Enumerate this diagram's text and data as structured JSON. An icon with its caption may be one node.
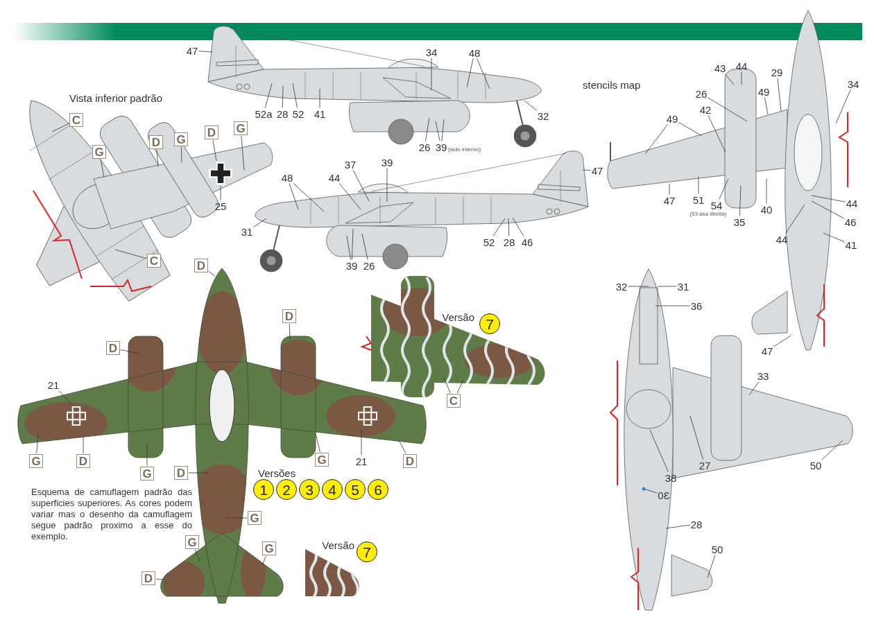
{
  "diagram": {
    "nodes": [
      {
        "text": [
          "47"
        ]
      },
      {
        "text": [
          "34"
        ]
      },
      {
        "text": [
          "48"
        ]
      },
      {
        "text": [
          "52a"
        ]
      },
      {
        "text": [
          "28"
        ]
      },
      {
        "text": [
          "52"
        ]
      },
      {
        "text": [
          "41"
        ]
      },
      {
        "text": [
          "32"
        ]
      },
      {
        "text": [
          "26"
        ]
      },
      {
        "text": [
          "39"
        ],
        "beside": [
          "(lado interno)"
        ]
      },
      {
        "text": [
          "C"
        ]
      },
      {
        "text": [
          "G"
        ]
      },
      {
        "text": [
          "D"
        ]
      },
      {
        "text": [
          "G"
        ]
      },
      {
        "text": [
          "D"
        ]
      },
      {
        "text": [
          "G"
        ]
      },
      {
        "text": [
          "25"
        ]
      },
      {
        "text": [
          "C"
        ]
      },
      {
        "text": [
          "37"
        ]
      },
      {
        "text": [
          "39"
        ]
      },
      {
        "text": [
          "48"
        ]
      },
      {
        "text": [
          "44"
        ]
      },
      {
        "text": [
          "47"
        ]
      },
      {
        "text": [
          "31"
        ]
      },
      {
        "text": [
          "52"
        ]
      },
      {
        "text": [
          "28"
        ]
      },
      {
        "text": [
          "46"
        ]
      },
      {
        "text": [
          "39"
        ]
      },
      {
        "text": [
          "26"
        ]
      },
      {
        "text": [
          "43"
        ]
      },
      {
        "text": [
          "44"
        ]
      },
      {
        "text": [
          "29"
        ]
      },
      {
        "text": [
          "34"
        ]
      },
      {
        "text": [
          "26"
        ]
      },
      {
        "text": [
          "49"
        ]
      },
      {
        "text": [
          "42"
        ]
      },
      {
        "text": [
          "49"
        ]
      },
      {
        "text": [
          "47"
        ]
      },
      {
        "text": [
          "51"
        ]
      },
      {
        "text": [
          "54"
        ],
        "beside": [
          "(53 asa direita)"
        ]
      },
      {
        "text": [
          "35"
        ]
      },
      {
        "text": [
          "40"
        ]
      },
      {
        "text": [
          "44"
        ]
      },
      {
        "text": [
          "46"
        ]
      },
      {
        "text": [
          "44"
        ]
      },
      {
        "text": [
          "41"
        ]
      },
      {
        "text": [
          "47"
        ]
      },
      {
        "text": [
          "D"
        ]
      },
      {
        "text": [
          "D"
        ]
      },
      {
        "text": [
          "D"
        ]
      },
      {
        "text": [
          "21"
        ]
      },
      {
        "text": [
          "G"
        ]
      },
      {
        "text": [
          "D"
        ]
      },
      {
        "text": [
          "G"
        ]
      },
      {
        "text": [
          "G"
        ]
      },
      {
        "text": [
          "21"
        ]
      },
      {
        "text": [
          "D"
        ]
      },
      {
        "text": [
          "D"
        ]
      },
      {
        "text": [
          "G"
        ]
      },
      {
        "text": [
          "G"
        ]
      },
      {
        "text": [
          "G"
        ]
      },
      {
        "text": [
          "D"
        ]
      },
      {
        "text": [
          "7"
        ],
        "beside": [
          "Versão"
        ]
      },
      {
        "text": [
          "C"
        ]
      },
      {
        "text": [
          "1"
        ]
      },
      {
        "text": [
          "2"
        ]
      },
      {
        "text": [
          "3"
        ]
      },
      {
        "text": [
          "4"
        ]
      },
      {
        "text": [
          "5"
        ]
      },
      {
        "text": [
          "6"
        ]
      },
      {
        "text": [
          "7"
        ],
        "beside": [
          "Versão"
        ]
      },
      {
        "text": [
          "32"
        ]
      },
      {
        "text": [
          "31"
        ]
      },
      {
        "text": [
          "36"
        ]
      },
      {
        "text": [
          "33"
        ]
      },
      {
        "text": [
          "27"
        ]
      },
      {
        "text": [
          "50"
        ]
      },
      {
        "text": [
          "38"
        ]
      },
      {
        "text": [
          "0Ɛ"
        ]
      },
      {
        "text": [
          "28"
        ]
      },
      {
        "text": [
          "50"
        ]
      }
    ],
    "edges": [
      {
        "from": 0,
        "to": null,
        "arrow": "none"
      },
      {
        "from": 1,
        "to": null,
        "arrow": "none"
      },
      {
        "from": 2,
        "to": null,
        "arrow": "none"
      },
      {
        "from": 2,
        "to": null,
        "arrow": "none"
      },
      {
        "from": 3,
        "to": null,
        "arrow": "none"
      },
      {
        "from": 4,
        "to": null,
        "arrow": "none"
      },
      {
        "from": 5,
        "to": null,
        "arrow": "none"
      },
      {
        "from": 6,
        "to": null,
        "arrow": "none"
      },
      {
        "from": 7,
        "to": null,
        "arrow": "none"
      },
      {
        "from": 8,
        "to": null,
        "arrow": "none"
      },
      {
        "from": 9,
        "to": null,
        "arrow": "none"
      },
      {
        "from": 9,
        "to": null,
        "arrow": "none"
      },
      {
        "from": 10,
        "to": null,
        "arrow": "none"
      },
      {
        "from": 11,
        "to": null,
        "arrow": "none"
      },
      {
        "from": 12,
        "to": null,
        "arrow": "none"
      },
      {
        "from": 13,
        "to": null,
        "arrow": "none"
      },
      {
        "from": 14,
        "to": null,
        "arrow": "none"
      },
      {
        "from": 15,
        "to": null,
        "arrow": "none"
      },
      {
        "from": 16,
        "to": null,
        "arrow": "none"
      },
      {
        "from": 17,
        "to": null,
        "arrow": "none"
      },
      {
        "from": 18,
        "to": null,
        "arrow": "none"
      },
      {
        "from": 19,
        "to": null,
        "arrow": "none"
      },
      {
        "from": 20,
        "to": null,
        "arrow": "none"
      },
      {
        "from": 20,
        "to": null,
        "arrow": "none"
      },
      {
        "from": 21,
        "to": null,
        "arrow": "none"
      },
      {
        "from": 22,
        "to": null,
        "arrow": "none"
      },
      {
        "from": 23,
        "to": null,
        "arrow": "none"
      },
      {
        "from": 24,
        "to": null,
        "arrow": "none"
      },
      {
        "from": 25,
        "to": null,
        "arrow": "none"
      },
      {
        "from": 26,
        "to": null,
        "arrow": "none"
      },
      {
        "from": 27,
        "to": null,
        "arrow": "none"
      },
      {
        "from": 27,
        "to": null,
        "arrow": "none"
      },
      {
        "from": 28,
        "to": null,
        "arrow": "none"
      },
      {
        "from": 29,
        "to": null,
        "arrow": "none"
      },
      {
        "from": 30,
        "to": null,
        "arrow": "none"
      },
      {
        "from": 31,
        "to": null,
        "arrow": "none"
      },
      {
        "from": 32,
        "to": null,
        "arrow": "none"
      },
      {
        "from": 33,
        "to": null,
        "arrow": "none"
      },
      {
        "from": 34,
        "to": null,
        "arrow": "none"
      },
      {
        "from": 35,
        "to": null,
        "arrow": "none"
      },
      {
        "from": 36,
        "to": null,
        "arrow": "none"
      },
      {
        "from": 36,
        "to": null,
        "arrow": "none"
      },
      {
        "from": 37,
        "to": null,
        "arrow": "none"
      },
      {
        "from": 38,
        "to": null,
        "arrow": "none"
      },
      {
        "from": 39,
        "to": null,
        "arrow": "none"
      },
      {
        "from": 40,
        "to": null,
        "arrow": "none"
      },
      {
        "from": 41,
        "to": null,
        "arrow": "none"
      },
      {
        "from": 42,
        "to": null,
        "arrow": "none"
      },
      {
        "from": 43,
        "to": null,
        "arrow": "none"
      },
      {
        "from": 44,
        "to": null,
        "arrow": "none"
      },
      {
        "from": 45,
        "to": null,
        "arrow": "none"
      },
      {
        "from": 46,
        "to": null,
        "arrow": "none"
      },
      {
        "from": 47,
        "to": null,
        "arrow": "none"
      },
      {
        "from": 48,
        "to": null,
        "arrow": "none"
      },
      {
        "from": 49,
        "to": null,
        "arrow": "none"
      },
      {
        "from": 50,
        "to": null,
        "arrow": "none"
      },
      {
        "from": 51,
        "to": null,
        "arrow": "none"
      },
      {
        "from": 52,
        "to": null,
        "arrow": "none"
      },
      {
        "from": 53,
        "to": null,
        "arrow": "none"
      },
      {
        "from": 54,
        "to": null,
        "arrow": "none"
      },
      {
        "from": 55,
        "to": null,
        "arrow": "none"
      },
      {
        "from": 56,
        "to": null,
        "arrow": "none"
      },
      {
        "from": 57,
        "to": null,
        "arrow": "none"
      },
      {
        "from": 58,
        "to": null,
        "arrow": "none"
      },
      {
        "from": 59,
        "to": null,
        "arrow": "none"
      },
      {
        "from": 60,
        "to": null,
        "arrow": "none"
      },
      {
        "from": 61,
        "to": null,
        "arrow": "none"
      },
      {
        "from": 63,
        "to": null,
        "arrow": "none"
      },
      {
        "from": 63,
        "to": null,
        "arrow": "none"
      },
      {
        "from": 71,
        "to": null,
        "arrow": "none"
      },
      {
        "from": 72,
        "to": null,
        "arrow": "none"
      },
      {
        "from": 73,
        "to": null,
        "arrow": "none"
      },
      {
        "from": 74,
        "to": null,
        "arrow": "none"
      },
      {
        "from": 75,
        "to": null,
        "arrow": "none"
      },
      {
        "from": 76,
        "to": null,
        "arrow": "none"
      },
      {
        "from": 77,
        "to": null,
        "arrow": "none"
      },
      {
        "from": 78,
        "to": null,
        "arrow": "none"
      },
      {
        "from": 79,
        "to": null,
        "arrow": "none"
      },
      {
        "from": 80,
        "to": null,
        "arrow": "none"
      }
    ],
    "labels": [
      "stencils map",
      "Vista inferior padrão",
      "Versões",
      "Esquema de camuflagem padrão das superficies superiores. As cores podem variar mas o desenho da camuflagem segue padrão proximo a esse do exemplo."
    ]
  }
}
